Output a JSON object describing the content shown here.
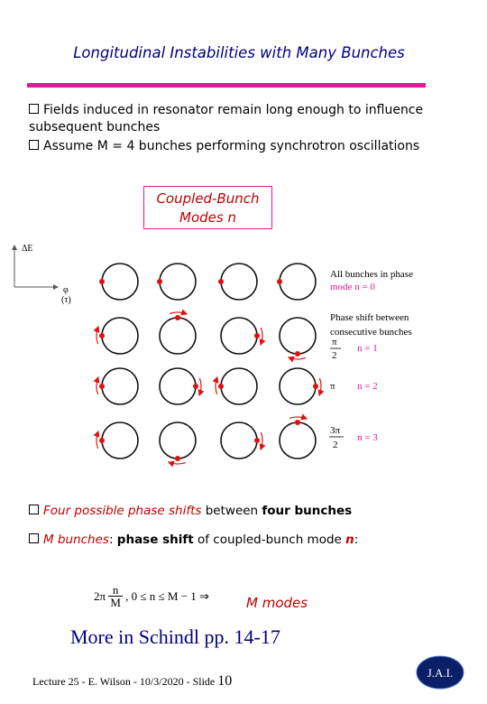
{
  "title": "Longitudinal Instabilities with Many Bunches",
  "bullets": {
    "b1": "Fields induced in resonator remain long enough to influence subsequent bunches",
    "b2": "Assume M = 4 bunches performing synchrotron oscillations"
  },
  "box": {
    "line1": "Coupled-Bunch",
    "line2": "Modes n"
  },
  "diagram": {
    "axis_y": "ΔE",
    "axis_x": "φ",
    "axis_x2": "(τ)",
    "row0": {
      "text1": "All bunches in phase",
      "text2": "mode n = 0"
    },
    "row1": {
      "text1": "Phase shift between",
      "text2": "consecutive bunches",
      "num": "π",
      "den": "2",
      "mode": "n = 1"
    },
    "row2": {
      "phase": "π",
      "mode": "n = 2"
    },
    "row3": {
      "num": "3π",
      "den": "2",
      "mode": "n = 3"
    },
    "colors": {
      "dot": "#e01010",
      "arrow": "#e01010",
      "circle": "#111111",
      "mode_text": "#e0189a"
    }
  },
  "bullet3": {
    "p1": "Four possible phase shifts",
    "p2": " between ",
    "p3": "four bunches"
  },
  "bullet4": {
    "p1": "M bunches",
    "p2": ": ",
    "p3": "phase shift",
    "p4": " of coupled-bunch mode ",
    "p5": "n",
    "p6": ":"
  },
  "formula": {
    "a": "2π",
    "num": "n",
    "den": "M",
    "b": ", 0 ≤ n ≤ M − 1 ⇒",
    "modes": "M modes"
  },
  "more": "More in Schindl  pp. 14-17",
  "footer": {
    "text": "Lecture 25 - E. Wilson - 10/3/2020 - Slide ",
    "num": "10"
  },
  "logo": "J.A.I."
}
